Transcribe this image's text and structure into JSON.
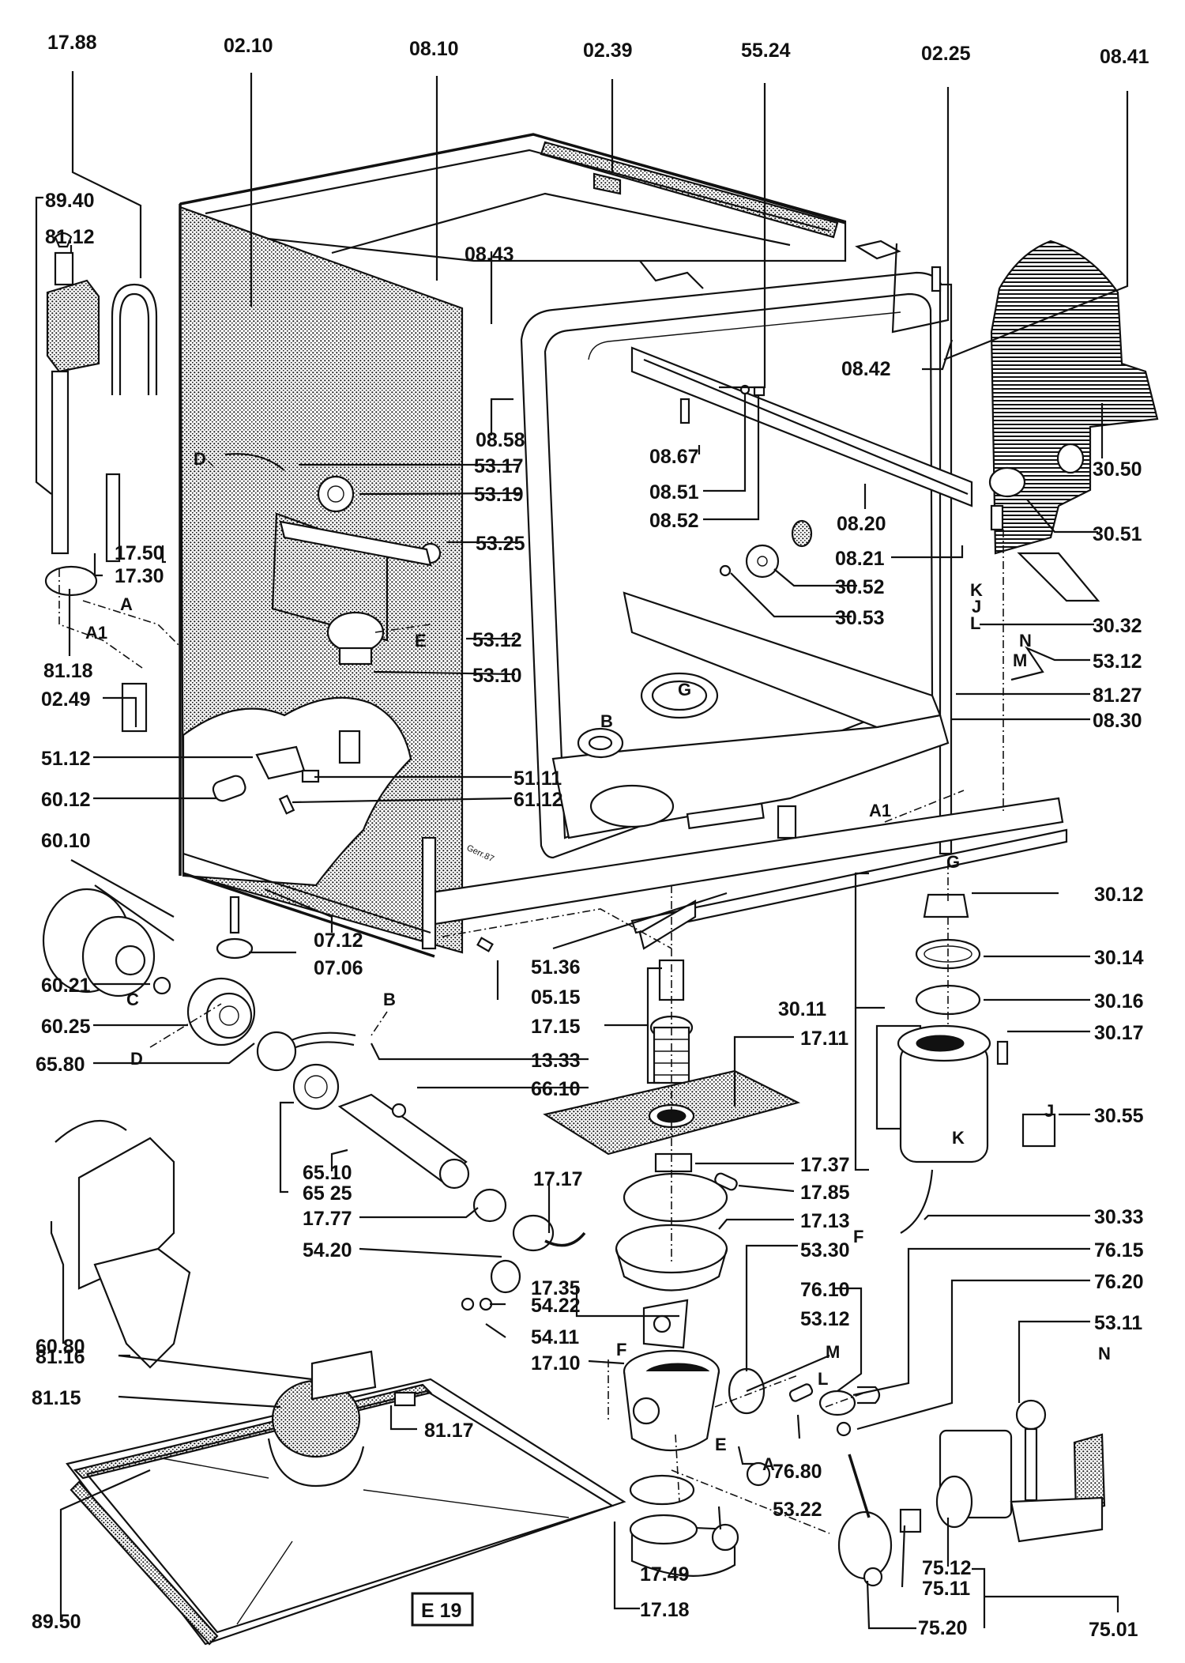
{
  "diagram": {
    "title": "Dishwasher exploded parts diagram",
    "page_badge": "E 19",
    "stamp_text": "Gerr.87",
    "part_labels": [
      {
        "id": "17.88"
      },
      {
        "id": "02.10"
      },
      {
        "id": "08.10"
      },
      {
        "id": "02.39"
      },
      {
        "id": "55.24"
      },
      {
        "id": "02.25"
      },
      {
        "id": "08.41"
      },
      {
        "id": "89.40"
      },
      {
        "id": "81.12"
      },
      {
        "id": "08.43"
      },
      {
        "id": "08.42"
      },
      {
        "id": "08.58"
      },
      {
        "id": "53.17"
      },
      {
        "id": "53.19"
      },
      {
        "id": "08.67"
      },
      {
        "id": "08.51"
      },
      {
        "id": "08.52"
      },
      {
        "id": "08.20"
      },
      {
        "id": "30.50"
      },
      {
        "id": "30.51"
      },
      {
        "id": "17.50"
      },
      {
        "id": "17.30"
      },
      {
        "id": "53.25"
      },
      {
        "id": "08.21"
      },
      {
        "id": "30.52"
      },
      {
        "id": "30.53"
      },
      {
        "id": "30.32"
      },
      {
        "id": "53.12"
      },
      {
        "id": "53.10"
      },
      {
        "id": "81.18"
      },
      {
        "id": "02.49"
      },
      {
        "id": "53.12b",
        "text": "53.12"
      },
      {
        "id": "81.27"
      },
      {
        "id": "08.30"
      },
      {
        "id": "51.12"
      },
      {
        "id": "51.11"
      },
      {
        "id": "60.12"
      },
      {
        "id": "61.12"
      },
      {
        "id": "60.10"
      },
      {
        "id": "30.12"
      },
      {
        "id": "07.12"
      },
      {
        "id": "07.06"
      },
      {
        "id": "51.36"
      },
      {
        "id": "30.14"
      },
      {
        "id": "60.21"
      },
      {
        "id": "05.15"
      },
      {
        "id": "30.11"
      },
      {
        "id": "30.16"
      },
      {
        "id": "60.25"
      },
      {
        "id": "17.15"
      },
      {
        "id": "17.11"
      },
      {
        "id": "30.17"
      },
      {
        "id": "65.80"
      },
      {
        "id": "13.33"
      },
      {
        "id": "66.10"
      },
      {
        "id": "30.55"
      },
      {
        "id": "65.10"
      },
      {
        "id": "65 25"
      },
      {
        "id": "17.37"
      },
      {
        "id": "17.17"
      },
      {
        "id": "17.85"
      },
      {
        "id": "17.77"
      },
      {
        "id": "17.13"
      },
      {
        "id": "30.33"
      },
      {
        "id": "54.20"
      },
      {
        "id": "53.30"
      },
      {
        "id": "76.15"
      },
      {
        "id": "17.35"
      },
      {
        "id": "76.10"
      },
      {
        "id": "76.20"
      },
      {
        "id": "60.80"
      },
      {
        "id": "54.22"
      },
      {
        "id": "53.12c",
        "text": "53.12"
      },
      {
        "id": "53.11"
      },
      {
        "id": "81.16"
      },
      {
        "id": "54.11"
      },
      {
        "id": "17.10"
      },
      {
        "id": "81.15"
      },
      {
        "id": "81.17"
      },
      {
        "id": "76.80"
      },
      {
        "id": "53.22"
      },
      {
        "id": "75.12"
      },
      {
        "id": "17.49"
      },
      {
        "id": "75.11"
      },
      {
        "id": "89.50"
      },
      {
        "id": "17.18"
      },
      {
        "id": "75.20"
      },
      {
        "id": "75.01"
      }
    ],
    "connection_letters": [
      "A",
      "A1",
      "B",
      "C",
      "D",
      "E",
      "F",
      "G",
      "J",
      "K",
      "L",
      "M",
      "N"
    ]
  }
}
